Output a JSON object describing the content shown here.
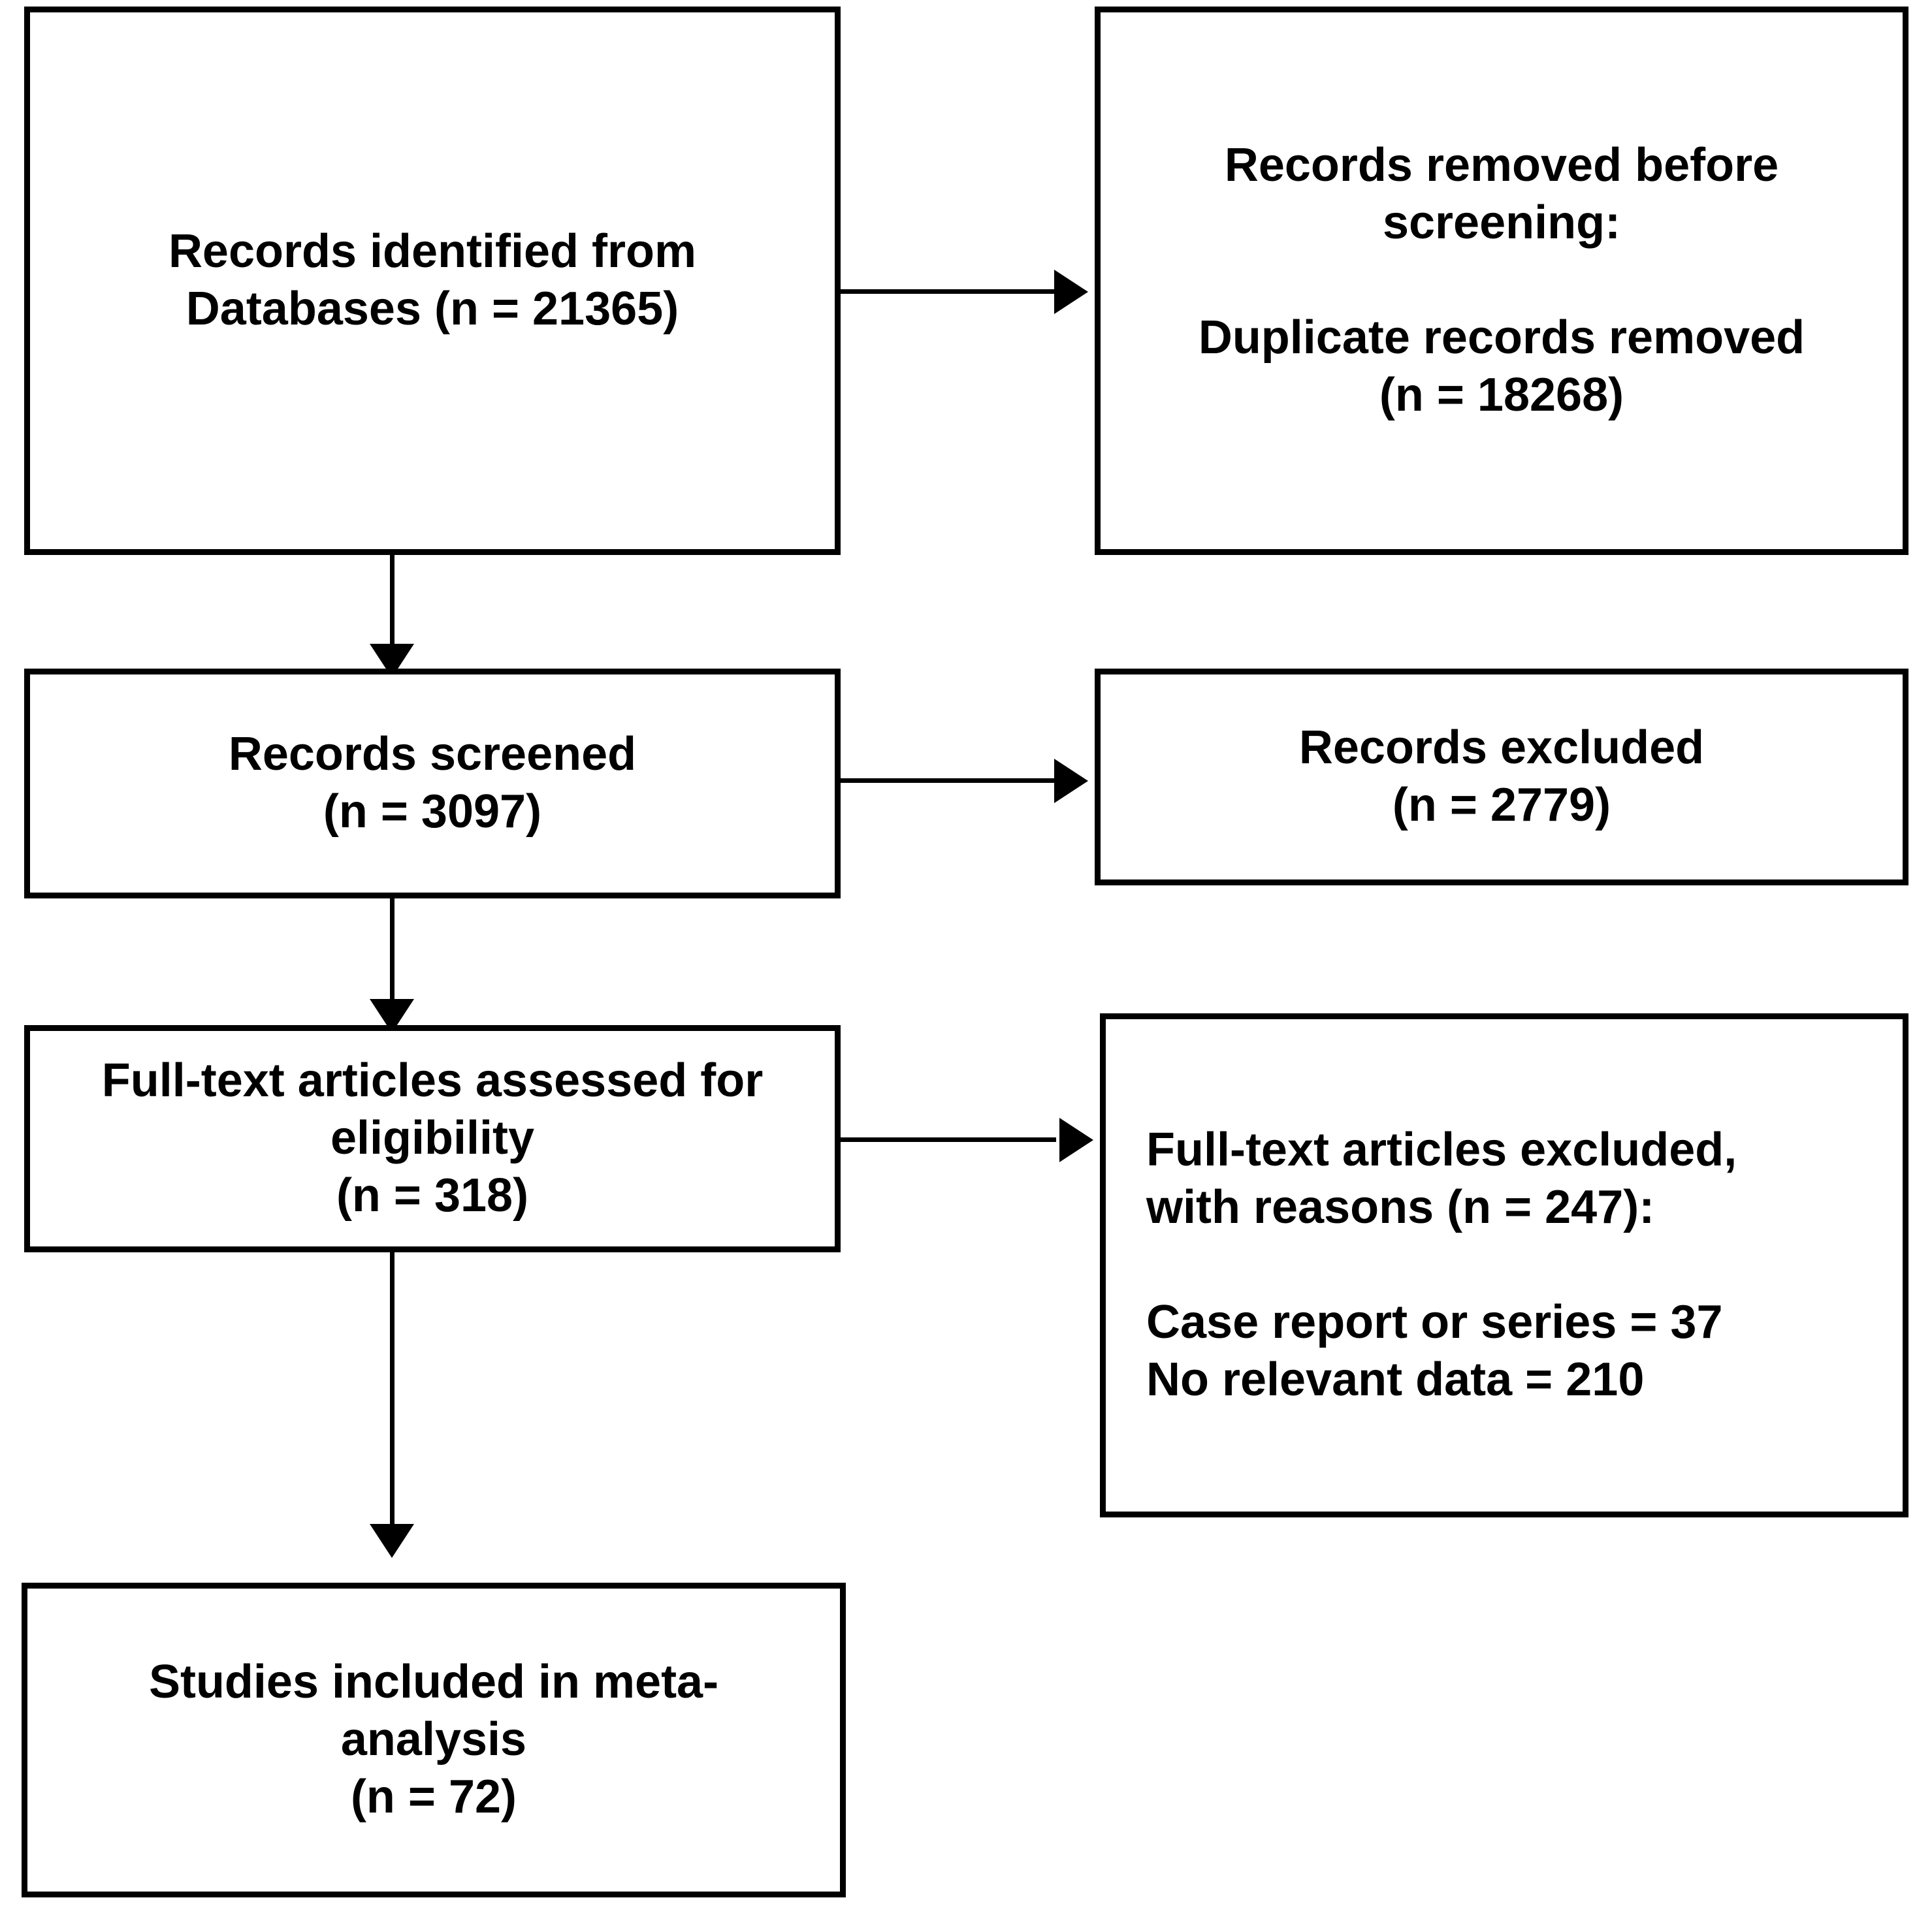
{
  "diagram": {
    "type": "prisma-flow-diagram",
    "orientation": "top-to-bottom",
    "colors": {
      "background": "#ffffff",
      "box_border": "#000000",
      "text": "#000000",
      "connector": "#000000"
    },
    "nodes": {
      "identified": {
        "id": "records-identified",
        "text": "Records identified from\nDatabases (n = 21365)",
        "count_label": "n = 21365",
        "count": 21365,
        "align": "center"
      },
      "removed_before_screening": {
        "id": "records-removed-before-screening",
        "text": "Records removed before\nscreening:\n\nDuplicate records removed\n(n = 18268)",
        "count_label": "n = 18268",
        "count": 18268,
        "align": "center"
      },
      "screened": {
        "id": "records-screened",
        "text": "Records screened\n(n = 3097)",
        "count_label": "n = 3097",
        "count": 3097,
        "align": "center"
      },
      "excluded": {
        "id": "records-excluded",
        "text": "Records excluded\n(n = 2779)",
        "count_label": "n = 2779",
        "count": 2779,
        "align": "center"
      },
      "fulltext_assessed": {
        "id": "full-text-articles-assessed",
        "text": "Full-text articles assessed for\neligibility\n(n = 318)",
        "count_label": "n = 318",
        "count": 318,
        "align": "center"
      },
      "fulltext_excluded": {
        "id": "full-text-articles-excluded",
        "text": "Full-text articles excluded,\nwith reasons (n = 247):\n\nCase report or series = 37\nNo relevant data = 210",
        "count_label": "n = 247",
        "count": 247,
        "align": "left",
        "reasons": [
          {
            "label": "Case report or series",
            "value": 37
          },
          {
            "label": "No relevant data",
            "value": 210
          }
        ]
      },
      "included": {
        "id": "studies-included-in-meta-analysis",
        "text": "Studies included in meta-\nanalysis\n(n = 72)",
        "count_label": "n = 72",
        "count": 72,
        "align": "center"
      }
    },
    "edges": [
      {
        "from": "identified",
        "to": "removed_before_screening",
        "direction": "right"
      },
      {
        "from": "identified",
        "to": "screened",
        "direction": "down"
      },
      {
        "from": "screened",
        "to": "excluded",
        "direction": "right"
      },
      {
        "from": "screened",
        "to": "fulltext_assessed",
        "direction": "down"
      },
      {
        "from": "fulltext_assessed",
        "to": "fulltext_excluded",
        "direction": "right"
      },
      {
        "from": "fulltext_assessed",
        "to": "included",
        "direction": "down"
      }
    ]
  }
}
